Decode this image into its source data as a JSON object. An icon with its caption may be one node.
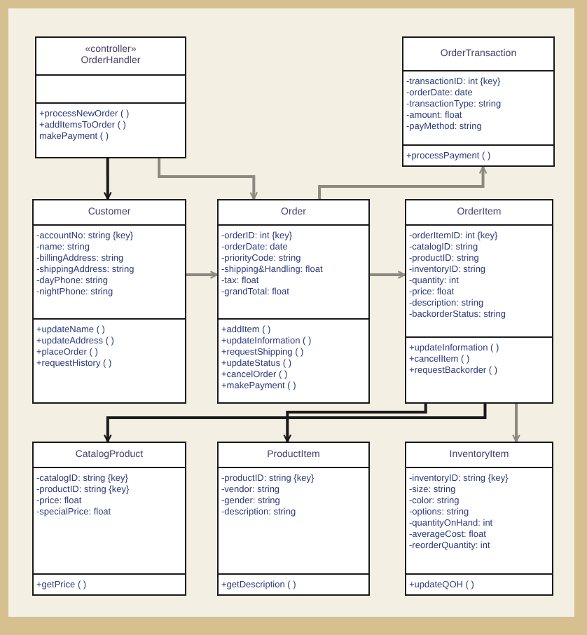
{
  "diagram": {
    "nodes": [
      {
        "text": [
          "«controller»",
          "OrderHandler"
        ]
      },
      {
        "text": [],
        "shape": "box",
        "in": 0
      },
      {
        "text": [
          "+processNewOrder ( )",
          "+addItemsToOrder ( )",
          "makePayment ( )"
        ],
        "in": 0
      },
      {
        "text": [
          "OrderTransaction"
        ]
      },
      {
        "text": [
          "-transactionID: int {key}",
          "-orderDate: date",
          "-transactionType: string",
          "-amount: float",
          "-payMethod: string"
        ],
        "in": 3
      },
      {
        "text": [
          "+processPayment ( )"
        ],
        "in": 3
      },
      {
        "text": [
          "Customer"
        ]
      },
      {
        "text": [
          "-accountNo: string {key}",
          "-name: string",
          "-billingAddress: string",
          "-shippingAddress: string",
          "-dayPhone: string",
          "-nightPhone: string"
        ],
        "in": 6
      },
      {
        "text": [
          "+updateName ( )",
          "+updateAddress ( )",
          "+placeOrder ( )",
          "+requestHistory ( )"
        ],
        "in": 6
      },
      {
        "text": [
          "Order"
        ]
      },
      {
        "text": [
          "-orderID: int {key}",
          "-orderDate: date",
          "-priorityCode: string",
          "-shipping&Handling: float",
          "-tax: float",
          "-grandTotal: float"
        ],
        "in": 9
      },
      {
        "text": [
          "+addItem ( )",
          "+updateInformation ( )",
          "+requestShipping ( )",
          "+updateStatus ( )",
          "+cancelOrder ( )",
          "+makePayment ( )"
        ],
        "in": 9
      },
      {
        "text": [
          "OrderItem"
        ]
      },
      {
        "text": [
          "-orderItemID: int {key}",
          "-catalogID: string",
          "-productID: string",
          "-inventoryID: string",
          "-quantity: int",
          "-price: float",
          "-description: string",
          "-backorderStatus: string"
        ],
        "in": 12
      },
      {
        "text": [
          "+updateInformation ( )",
          "+cancelItem ( )",
          "+requestBackorder ( )"
        ],
        "in": 12
      },
      {
        "text": [
          "CatalogProduct"
        ]
      },
      {
        "text": [
          "-catalogID: string {key}",
          "-productID: string {key}",
          "-price: float",
          "-specialPrice: float"
        ],
        "in": 15
      },
      {
        "text": [
          "+getPrice ( )"
        ],
        "in": 15
      },
      {
        "text": [
          "ProductItem"
        ]
      },
      {
        "text": [
          "-productID: string {key}",
          "-vendor: string",
          "-gender: string",
          "-description: string"
        ],
        "in": 18
      },
      {
        "text": [
          "+getDescription ( )"
        ],
        "in": 18
      },
      {
        "text": [
          "InventoryItem"
        ]
      },
      {
        "text": [
          "-inventoryID: string {key}",
          "-size: string",
          "-color: string",
          "-options: string",
          "-quantityOnHand: int",
          "-averageCost: float",
          "-reorderQuantity: int"
        ],
        "in": 21
      },
      {
        "text": [
          "+updateQOH ( )"
        ],
        "in": 21
      }
    ],
    "edges": [
      {
        "from": 0,
        "to": 6,
        "arrow": "to",
        "color": "#1a1a1a"
      },
      {
        "from": 0,
        "to": 9,
        "arrow": "to"
      },
      {
        "from": 9,
        "to": 3,
        "arrow": "to"
      },
      {
        "from": 6,
        "to": 9,
        "arrow": "to"
      },
      {
        "from": 9,
        "to": 12,
        "arrow": "to"
      },
      {
        "from": 12,
        "to": 15,
        "arrow": "to",
        "color": "#1a1a1a"
      },
      {
        "from": 12,
        "to": 18,
        "arrow": "to",
        "color": "#1a1a1a"
      },
      {
        "from": 12,
        "to": 21,
        "arrow": "to"
      }
    ]
  }
}
